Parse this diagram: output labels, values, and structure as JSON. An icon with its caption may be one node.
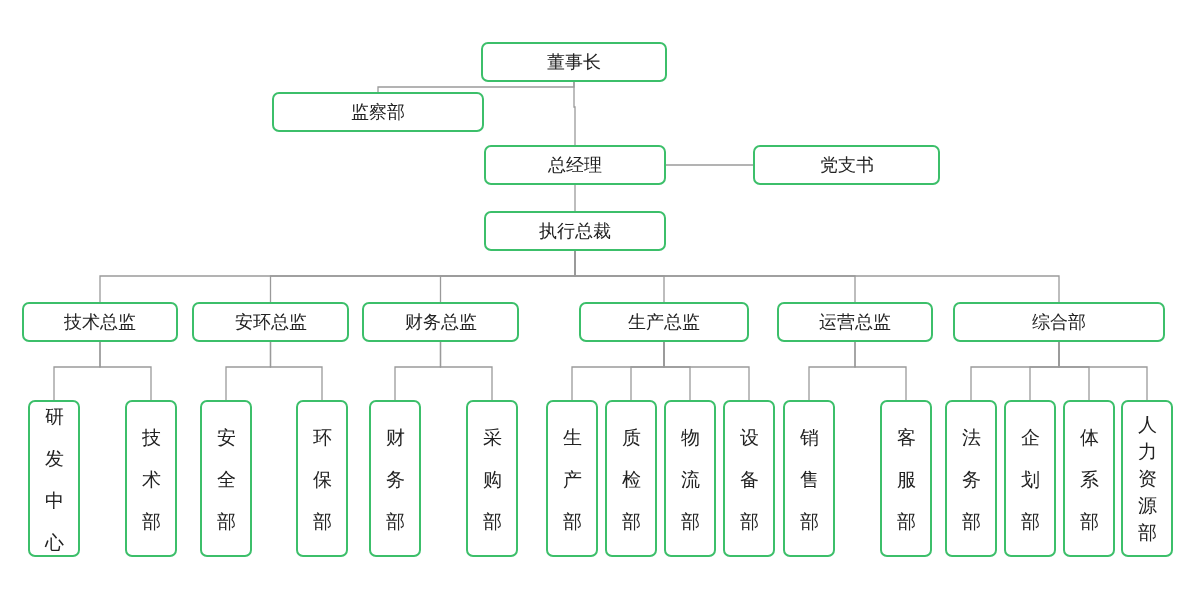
{
  "diagram": {
    "nodes": [
      {
        "text": [
          "董事长"
        ]
      },
      {
        "text": [
          "监察部"
        ]
      },
      {
        "text": [
          "总经理"
        ]
      },
      {
        "text": [
          "党支书"
        ]
      },
      {
        "text": [
          "执行总裁"
        ]
      },
      {
        "text": [
          "技术总监"
        ]
      },
      {
        "text": [
          "安环总监"
        ]
      },
      {
        "text": [
          "财务总监"
        ]
      },
      {
        "text": [
          "生产总监"
        ]
      },
      {
        "text": [
          "运营总监"
        ]
      },
      {
        "text": [
          "综合部"
        ]
      },
      {
        "text": [
          "研发中心"
        ]
      },
      {
        "text": [
          "技术部"
        ]
      },
      {
        "text": [
          "安全部"
        ]
      },
      {
        "text": [
          "环保部"
        ]
      },
      {
        "text": [
          "财务部"
        ]
      },
      {
        "text": [
          "采购部"
        ]
      },
      {
        "text": [
          "生产部"
        ]
      },
      {
        "text": [
          "质检部"
        ]
      },
      {
        "text": [
          "物流部"
        ]
      },
      {
        "text": [
          "设备部"
        ]
      },
      {
        "text": [
          "销售部"
        ]
      },
      {
        "text": [
          "客服部"
        ]
      },
      {
        "text": [
          "法务部"
        ]
      },
      {
        "text": [
          "企划部"
        ]
      },
      {
        "text": [
          "体系部"
        ]
      },
      {
        "text": [
          "人力资源部"
        ]
      }
    ],
    "edges": [
      {
        "from": 0,
        "to": 1,
        "arrow": "none"
      },
      {
        "from": 0,
        "to": 2,
        "arrow": "none"
      },
      {
        "from": 2,
        "to": 3,
        "arrow": "none"
      },
      {
        "from": 2,
        "to": 4,
        "arrow": "none"
      },
      {
        "from": 4,
        "to": 5,
        "arrow": "none"
      },
      {
        "from": 4,
        "to": 6,
        "arrow": "none"
      },
      {
        "from": 4,
        "to": 7,
        "arrow": "none"
      },
      {
        "from": 4,
        "to": 8,
        "arrow": "none"
      },
      {
        "from": 4,
        "to": 9,
        "arrow": "none"
      },
      {
        "from": 4,
        "to": 10,
        "arrow": "none"
      },
      {
        "from": 5,
        "to": 11,
        "arrow": "none"
      },
      {
        "from": 5,
        "to": 12,
        "arrow": "none"
      },
      {
        "from": 6,
        "to": 13,
        "arrow": "none"
      },
      {
        "from": 6,
        "to": 14,
        "arrow": "none"
      },
      {
        "from": 7,
        "to": 15,
        "arrow": "none"
      },
      {
        "from": 7,
        "to": 16,
        "arrow": "none"
      },
      {
        "from": 8,
        "to": 17,
        "arrow": "none"
      },
      {
        "from": 8,
        "to": 18,
        "arrow": "none"
      },
      {
        "from": 8,
        "to": 19,
        "arrow": "none"
      },
      {
        "from": 8,
        "to": 20,
        "arrow": "none"
      },
      {
        "from": 9,
        "to": 21,
        "arrow": "none"
      },
      {
        "from": 9,
        "to": 22,
        "arrow": "none"
      },
      {
        "from": 10,
        "to": 23,
        "arrow": "none"
      },
      {
        "from": 10,
        "to": 24,
        "arrow": "none"
      },
      {
        "from": 10,
        "to": 25,
        "arrow": "none"
      },
      {
        "from": 10,
        "to": 26,
        "arrow": "none"
      }
    ]
  }
}
